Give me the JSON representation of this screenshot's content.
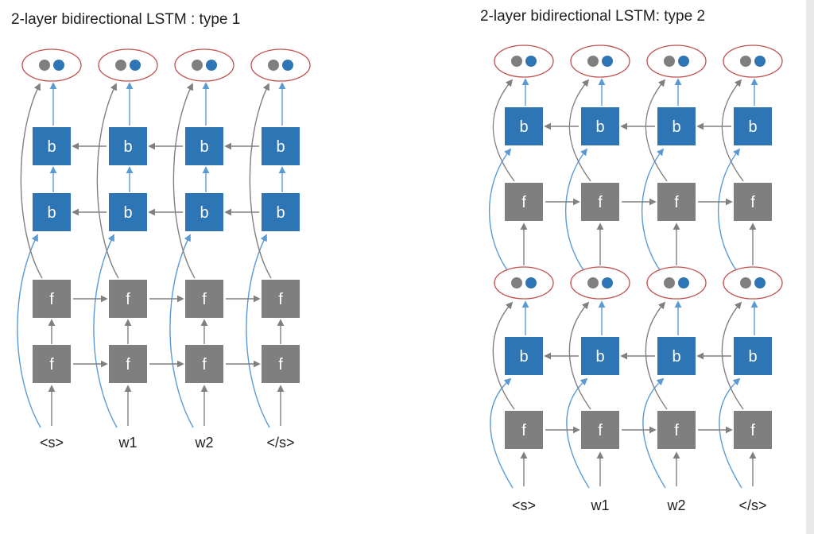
{
  "panels": {
    "left": {
      "title": "2-layer bidirectional LSTM : type 1",
      "tokens": [
        "<s>",
        "w1",
        "w2",
        "</s>"
      ]
    },
    "right": {
      "title": "2-layer bidirectional LSTM: type 2",
      "tokens": [
        "<s>",
        "w1",
        "w2",
        "</s>"
      ]
    }
  },
  "node_labels": {
    "forward": "f",
    "backward": "b"
  },
  "colors": {
    "forward_cell": "#7f7f7f",
    "backward_cell": "#2e75b6",
    "forward_arrow": "#808080",
    "backward_arrow": "#5b9bd5",
    "concat_outline": "#c0504d",
    "concat_dot_gray": "#7f7f7f",
    "concat_dot_blue": "#2e75b6",
    "title_text": "#1f1f1f"
  }
}
